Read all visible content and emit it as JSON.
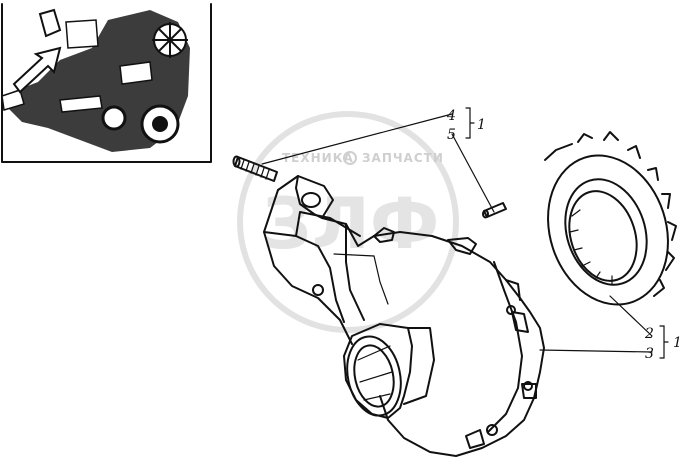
{
  "watermark": {
    "left_text": "ТЕХНИКА",
    "right_text": "ЗАПЧАСТИ",
    "logo_letters": "ЗЛФ"
  },
  "callouts": {
    "group_top": {
      "items": [
        "4",
        "5"
      ],
      "assembly": "1"
    },
    "group_bottom": {
      "items": [
        "2",
        "3"
      ],
      "assembly": "1"
    }
  },
  "colors": {
    "ink": "#111111",
    "watermark": "#d8d8d8",
    "background": "#ffffff"
  }
}
